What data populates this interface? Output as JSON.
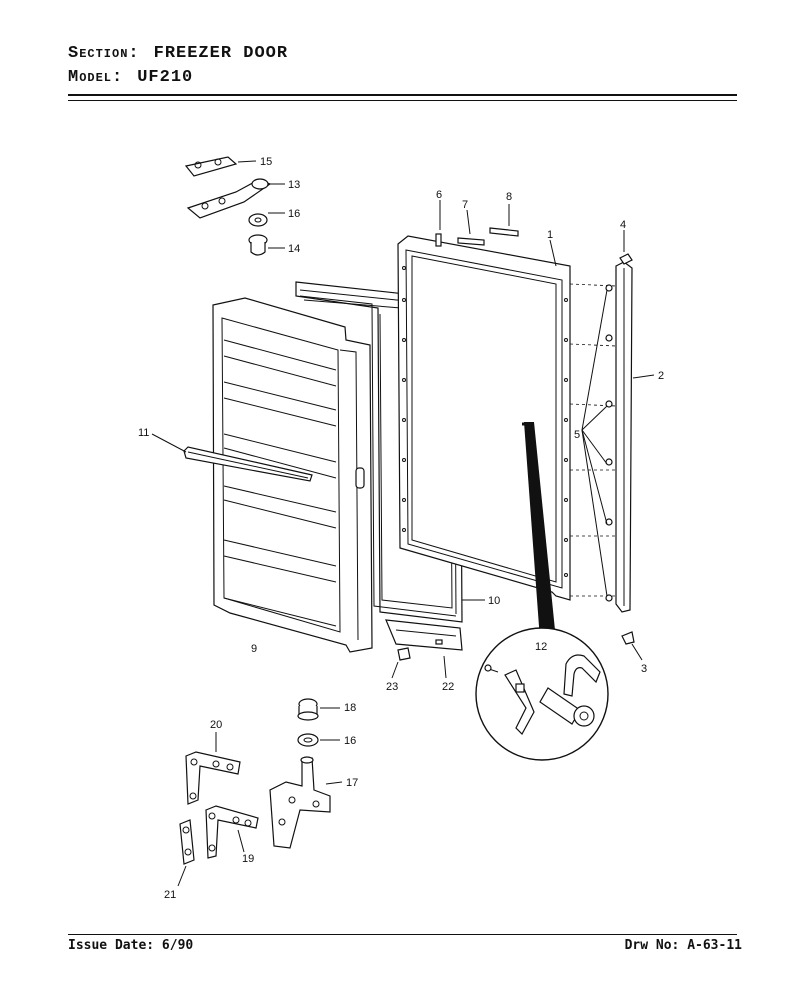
{
  "header": {
    "section_label": "Section:",
    "section_value": "FREEZER DOOR",
    "model_label": "Model:",
    "model_value": "UF210"
  },
  "footer": {
    "issue_date": "Issue Date: 6/90",
    "drawing_no": "Drw No: A-63-11"
  },
  "parts": {
    "p1": "1",
    "p2": "2",
    "p3": "3",
    "p4": "4",
    "p5": "5",
    "p6": "6",
    "p7": "7",
    "p8": "8",
    "p9": "9",
    "p10": "10",
    "p11": "11",
    "p12": "12",
    "p13": "13",
    "p14": "14",
    "p15": "15",
    "p16a": "16",
    "p16b": "16",
    "p17": "17",
    "p18": "18",
    "p19": "19",
    "p20": "20",
    "p21": "21",
    "p22": "22",
    "p23": "23"
  }
}
